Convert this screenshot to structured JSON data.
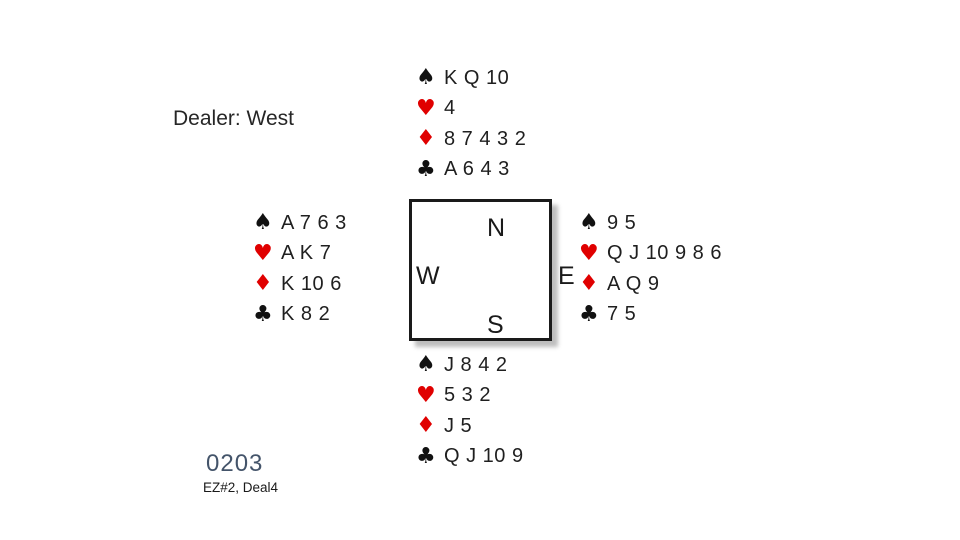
{
  "dealer_label": "Dealer: West",
  "compass": {
    "north": "N",
    "east": "E",
    "south": "S",
    "west": "W"
  },
  "suit_symbols": {
    "spade": "♠",
    "heart": "♥",
    "diamond": "♦",
    "club": "♣"
  },
  "hands": {
    "north": {
      "spades": "K Q 10",
      "hearts": "4",
      "diamonds": "8 7 4 3 2",
      "clubs": "A 6 4 3"
    },
    "west": {
      "spades": "A 7 6 3",
      "hearts": "A K 7",
      "diamonds": "K 10 6",
      "clubs": "K 8 2"
    },
    "east": {
      "spades": "9 5",
      "hearts": "Q J 10 9 8 6",
      "diamonds": "A Q 9",
      "clubs": "7 5"
    },
    "south": {
      "spades": "J 8 4 2",
      "hearts": "5 3 2",
      "diamonds": "J 5",
      "clubs": "Q J 10 9"
    }
  },
  "footer": {
    "deal_number": "0203",
    "deal_label": "EZ#2, Deal4"
  },
  "colors": {
    "red_suit": "#e00000",
    "black_suit": "#111111",
    "deal_number_text": "#44546a",
    "background": "#ffffff",
    "border": "#1a1a1a"
  }
}
